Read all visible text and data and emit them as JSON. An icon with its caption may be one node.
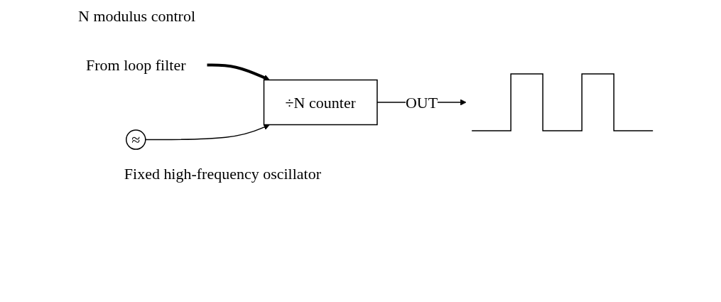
{
  "diagram": {
    "nodes": [
      {
        "text": [
          "From loop filter"
        ]
      },
      {
        "text": [
          "÷N counter"
        ]
      },
      {
        "text": [],
        "shape": "picture"
      },
      {
        "text": [
          "≈"
        ],
        "beside": [
          "Fixed high-frequency oscillator"
        ]
      }
    ],
    "edges": [
      {
        "from": 0,
        "to": 1,
        "arrow": "to",
        "style": "thick"
      },
      {
        "from": 1,
        "to": 2,
        "arrow": "to",
        "label": "OUT"
      },
      {
        "from": 3,
        "to": 1,
        "arrow": "to"
      }
    ],
    "labels": [
      "N modulus control"
    ]
  }
}
